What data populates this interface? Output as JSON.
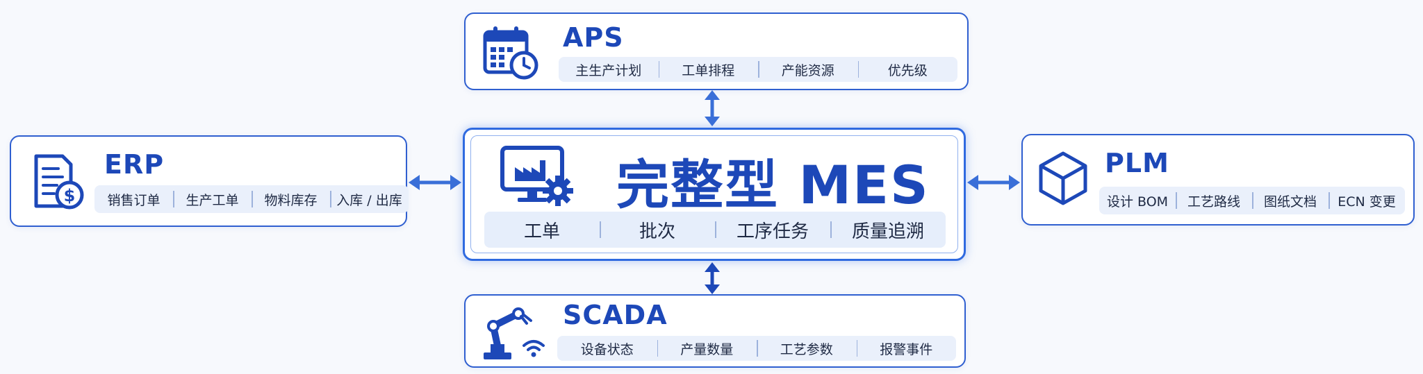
{
  "colors": {
    "accent": "#1d48b8",
    "border": "#2f5fd0",
    "tag_bg": "#eaf0fb",
    "arrow": "#3a6fd8"
  },
  "mes": {
    "title": "完整型 MES",
    "icon": "monitor-factory-gear-icon",
    "tags": [
      "工单",
      "批次",
      "工序任务",
      "质量追溯"
    ]
  },
  "aps": {
    "title": "APS",
    "icon": "calendar-clock-icon",
    "tags": [
      "主生产计划",
      "工单排程",
      "产能资源",
      "优先级"
    ]
  },
  "erp": {
    "title": "ERP",
    "icon": "document-dollar-icon",
    "tags": [
      "销售订单",
      "生产工单",
      "物料库存",
      "入库 / 出库"
    ]
  },
  "plm": {
    "title": "PLM",
    "icon": "cube-icon",
    "tags": [
      "设计 BOM",
      "工艺路线",
      "图纸文档",
      "ECN 变更"
    ]
  },
  "scada": {
    "title": "SCADA",
    "icon": "robot-arm-wifi-icon",
    "tags": [
      "设备状态",
      "产量数量",
      "工艺参数",
      "报警事件"
    ]
  },
  "connectors": [
    {
      "from": "aps",
      "to": "mes",
      "direction": "bidirectional"
    },
    {
      "from": "erp",
      "to": "mes",
      "direction": "bidirectional"
    },
    {
      "from": "plm",
      "to": "mes",
      "direction": "bidirectional"
    },
    {
      "from": "scada",
      "to": "mes",
      "direction": "bidirectional"
    }
  ]
}
